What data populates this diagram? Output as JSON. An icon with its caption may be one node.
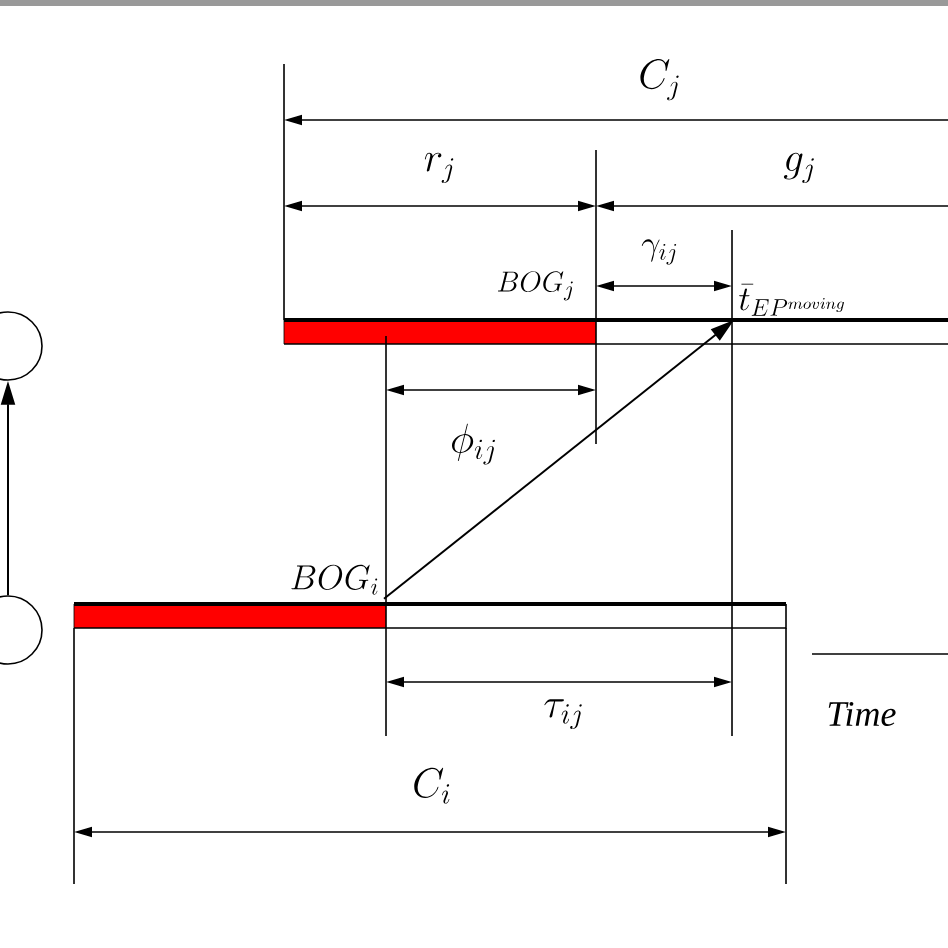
{
  "diagram": {
    "nodes": [
      {
        "text": [],
        "shape": "circle"
      },
      {
        "text": [],
        "shape": "circle"
      },
      {
        "text": [
          "\\bar{t}_{EP^{moving}}"
        ]
      },
      {
        "text": [
          "BOG_{i}"
        ]
      }
    ],
    "edges": [
      {
        "from": 1,
        "to": 0,
        "arrow": "to"
      },
      {
        "from": 3,
        "to": 2,
        "arrow": "to"
      }
    ],
    "labels": [
      "C_j",
      "r_j",
      "g_j",
      "\\gamma_{ij}",
      "BOG_{j}",
      "\\phi_{ij}",
      "\\tau_{ij}",
      "Time",
      "C_i"
    ]
  }
}
